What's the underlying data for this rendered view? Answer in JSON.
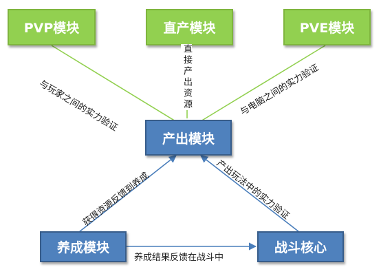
{
  "nodes": {
    "pvp": "PVP模块",
    "direct": "直产模块",
    "pve": "PVE模块",
    "output": "产出模块",
    "training": "养成模块",
    "combat": "战斗核心"
  },
  "edges": {
    "pvp_output": "与玩家之间的实力验证",
    "direct_output": "直接产出资源",
    "pve_output": "与电脑之间的实力验证",
    "training_output": "获得资源反馈到养成",
    "combat_output": "产出玩法中的实力验证",
    "training_combat": "养成结果反馈在战斗中"
  },
  "colors": {
    "green_fill": "#92d050",
    "green_border": "#7fb53e",
    "blue_fill": "#4f81bd",
    "blue_border": "#385d8a",
    "arrow": "#4a7ebb"
  }
}
